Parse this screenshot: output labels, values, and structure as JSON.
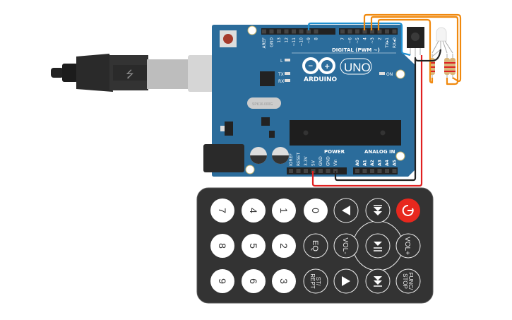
{
  "board": {
    "name": "ARDUINO",
    "model": "UNO",
    "digital_label": "DIGITAL (PWM ~)",
    "power_label": "POWER",
    "analog_label": "ANALOG IN",
    "led_l": "L",
    "led_tx": "TX",
    "led_rx": "RX",
    "led_on": "ON",
    "crystal": "SPK16.000G",
    "digital_pins": [
      "AREF",
      "GND",
      "13",
      "12",
      "~11",
      "~10",
      "~9",
      "8",
      "7",
      "~6",
      "~5",
      "4",
      "~3",
      "2",
      "TX▸1",
      "RX◂0"
    ],
    "power_pins": [
      "IOREF",
      "RESET",
      "3.3V",
      "5V",
      "GND",
      "GND",
      "Vin"
    ],
    "analog_pins": [
      "A0",
      "A1",
      "A2",
      "A3",
      "A4",
      "A5"
    ]
  },
  "remote": {
    "buttons": [
      "7",
      "4",
      "1",
      "0",
      "8",
      "5",
      "2",
      "EQ",
      "VOL-",
      "VOL+",
      "9",
      "6",
      "3",
      "ST/",
      "REPT",
      "FUNC/",
      "STOP"
    ]
  },
  "colors": {
    "board": "#2b6c9b",
    "wire_blue": "#1e8fd0",
    "wire_orange": "#f0890e",
    "wire_red": "#e02020",
    "wire_black": "#222222",
    "remote": "#333333",
    "power_button": "#e8281e"
  }
}
